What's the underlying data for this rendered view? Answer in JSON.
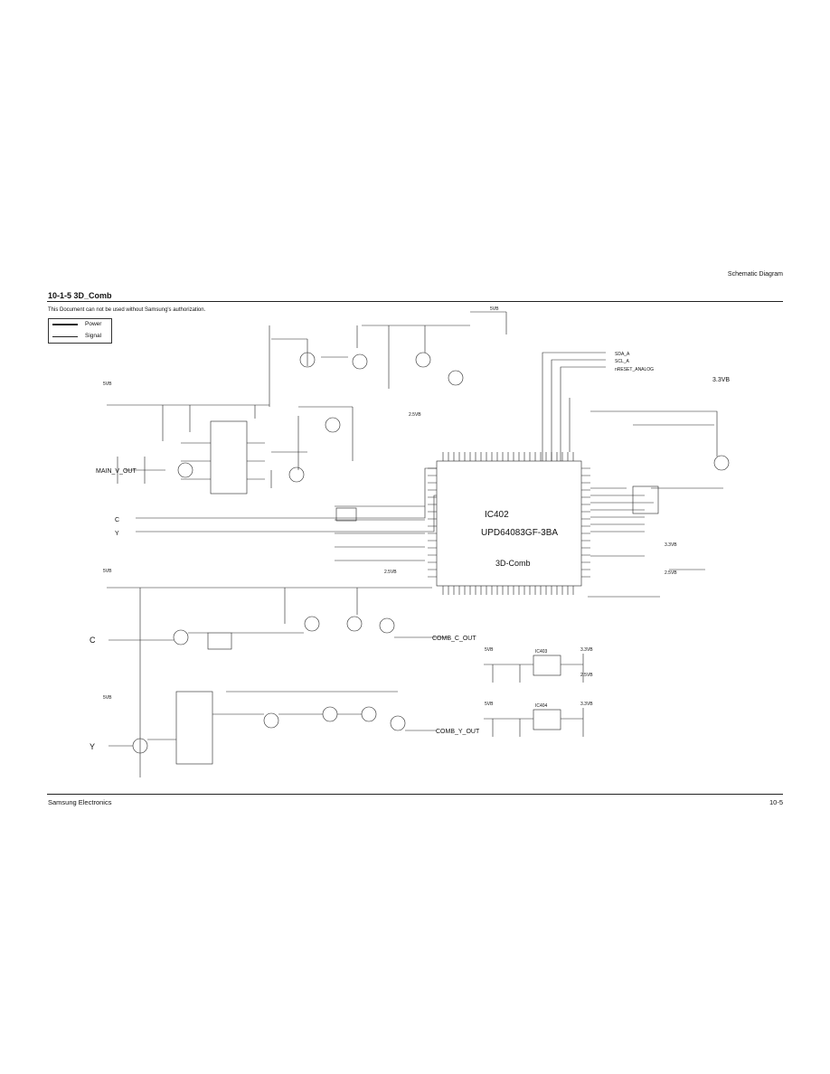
{
  "header": {
    "right_title": "Schematic Diagram"
  },
  "section": {
    "title": "10-1-5 3D_Comb",
    "notice": "This Document can not be used without Samsung's authorization."
  },
  "legend": {
    "items": [
      "Power",
      "Signal"
    ]
  },
  "schematic": {
    "ic_main": {
      "ref": "IC402",
      "part": "UPD64083GF-3BA",
      "function": "3D-Comb"
    },
    "ports": {
      "main_v_out": "MAIN_V_OUT",
      "c_in_top": "C",
      "y_in_top": "Y",
      "c_in": "C",
      "y_in": "Y",
      "comb_c_out": "COMB_C_OUT",
      "comb_y_out": "COMB_Y_OUT",
      "sda": "SDA_A",
      "scl": "SCL_A",
      "reset": "nRESET_ANALOG"
    },
    "rails": {
      "v5_top": "5VB",
      "v5_a": "5VB",
      "v5_b": "5VB",
      "v5_c": "5VB",
      "v5_d": "5VB",
      "v5_e": "5VB",
      "v33_right": "3.3VB",
      "v33_mid": "3.3VB",
      "v33_a": "3.3VB",
      "v33_b": "3.3VB",
      "v25_a": "2.5VB",
      "v25_b": "2.5VB",
      "v25_c": "2.5VB",
      "v25_d": "2.5VB"
    },
    "ics": {
      "reg1": "IC403",
      "reg2": "IC404"
    }
  },
  "footer": {
    "left": "Samsung Electronics",
    "right": "10-5"
  }
}
